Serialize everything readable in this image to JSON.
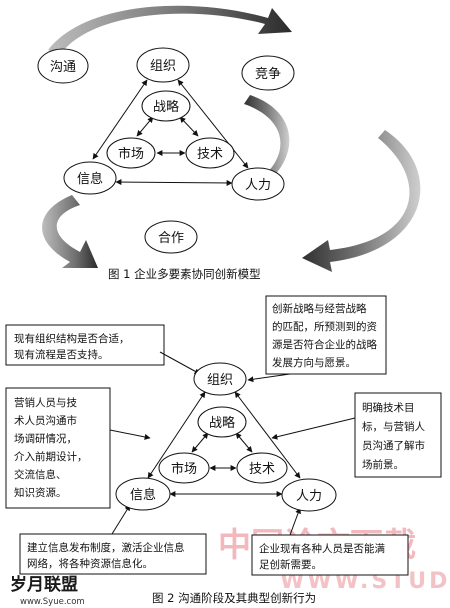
{
  "figure1": {
    "nodes": {
      "goutong": "沟通",
      "zuzhi": "组织",
      "jingzheng": "竞争",
      "zhanlue": "战略",
      "shichang": "市场",
      "jishu": "技术",
      "xinxi": "信息",
      "renli": "人力",
      "hezuo": "合作"
    },
    "caption": "图 1    企业多要素协同创新模型"
  },
  "figure2": {
    "nodes": {
      "zuzhi": "组织",
      "zhanlue": "战略",
      "shichang": "市场",
      "jishu": "技术",
      "xinxi": "信息",
      "renli": "人力"
    },
    "callouts": {
      "org_lines": [
        "现有组织结构是否合适，",
        "现有流程是否支持。"
      ],
      "strategy_lines": [
        "创新战略与经营战略",
        "的匹配，所预测到的资",
        "源是否符合企业的战略",
        "发展方向与愿景。"
      ],
      "marketing_lines": [
        "营销人员与技",
        "术人员沟通市",
        "场调研情况，",
        "介入前期设计，",
        "交流信息、",
        "知识资源。"
      ],
      "tech_lines": [
        "明确技术目",
        "标，与营销人",
        "员沟通了解市",
        "场前景。"
      ],
      "info_lines": [
        "建立信息发布制度，激活企业信息",
        "网络，将各种资源信息化。"
      ],
      "hr_lines": [
        "企业现有各种人员是否能满",
        "足创新需要。"
      ]
    },
    "caption": "图 2    沟通阶段及其典型创新行为"
  },
  "watermarks": {
    "cn": "中国论文下载",
    "url": "WWW.STUDA.",
    "logo": "岁月联盟",
    "logo_url": "www.Syue.com"
  }
}
